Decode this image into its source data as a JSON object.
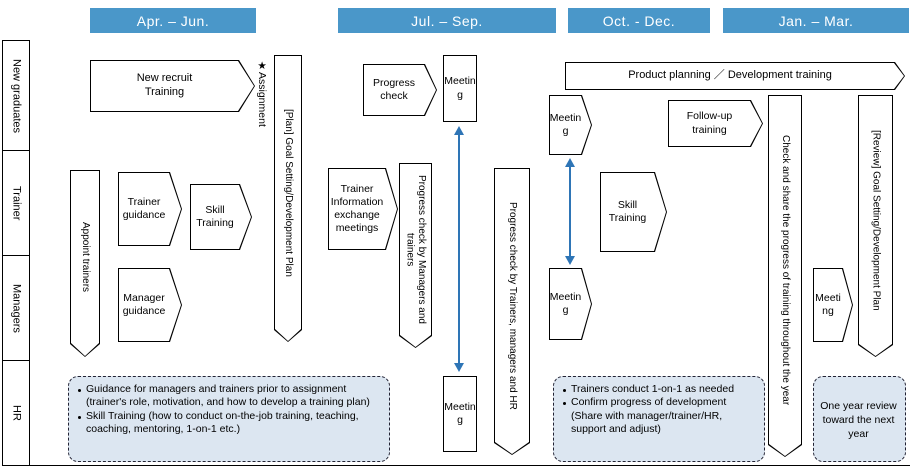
{
  "quarters": [
    {
      "label": "Apr. – Jun."
    },
    {
      "label": "Jul. – Sep."
    },
    {
      "label": "Oct. - Dec."
    },
    {
      "label": "Jan. – Mar."
    }
  ],
  "lanes": [
    {
      "label": "New graduates"
    },
    {
      "label": "Trainer"
    },
    {
      "label": "Managers"
    },
    {
      "label": "HR"
    }
  ],
  "shapes": {
    "new_recruit_training": "New recruit Training",
    "assignment": "★Assignment",
    "plan_goal": "[Plan] Goal Setting/Development Plan",
    "appoint_trainers": "Appoint trainers",
    "trainer_guidance": "Trainer guidance",
    "skill_training_apr_jun": "Skill Training",
    "manager_guidance": "Manager guidance",
    "progress_check": "Progress check",
    "meeting": "Meeting",
    "trainer_info_meetings": "Trainer Information exchange meetings",
    "progress_check_managers": "Progress check by Managers and trainers",
    "progress_check_all": "Progress check by Trainers, managers and HR",
    "product_planning": "Product planning ／ Development training",
    "skill_training_oct_dec": "Skill Training",
    "follow_up_training": "Follow-up training",
    "check_and_share": "Check and share the progress of training throughout the year",
    "review_goal": "[Review] Goal Setting/Development Plan"
  },
  "notes": {
    "hr_apr_jun": {
      "items": [
        "Guidance for managers and trainers prior to assignment (trainer's role, motivation, and how to develop a training plan)",
        "Skill Training (how to conduct on-the-job training, teaching, coaching, mentoring, 1-on-1 etc.)"
      ]
    },
    "hr_oct_dec": {
      "items": [
        "Trainers conduct 1-on-1 as needed",
        "Confirm progress of development (Share with manager/trainer/HR, support and adjust)"
      ]
    },
    "jan_mar": {
      "text": "One year review toward the next year"
    }
  },
  "colors": {
    "header_blue": "#4a97c9",
    "note_fill": "#dce6f1",
    "arrow_blue": "#2e75b6",
    "shape_border": "#000000"
  }
}
